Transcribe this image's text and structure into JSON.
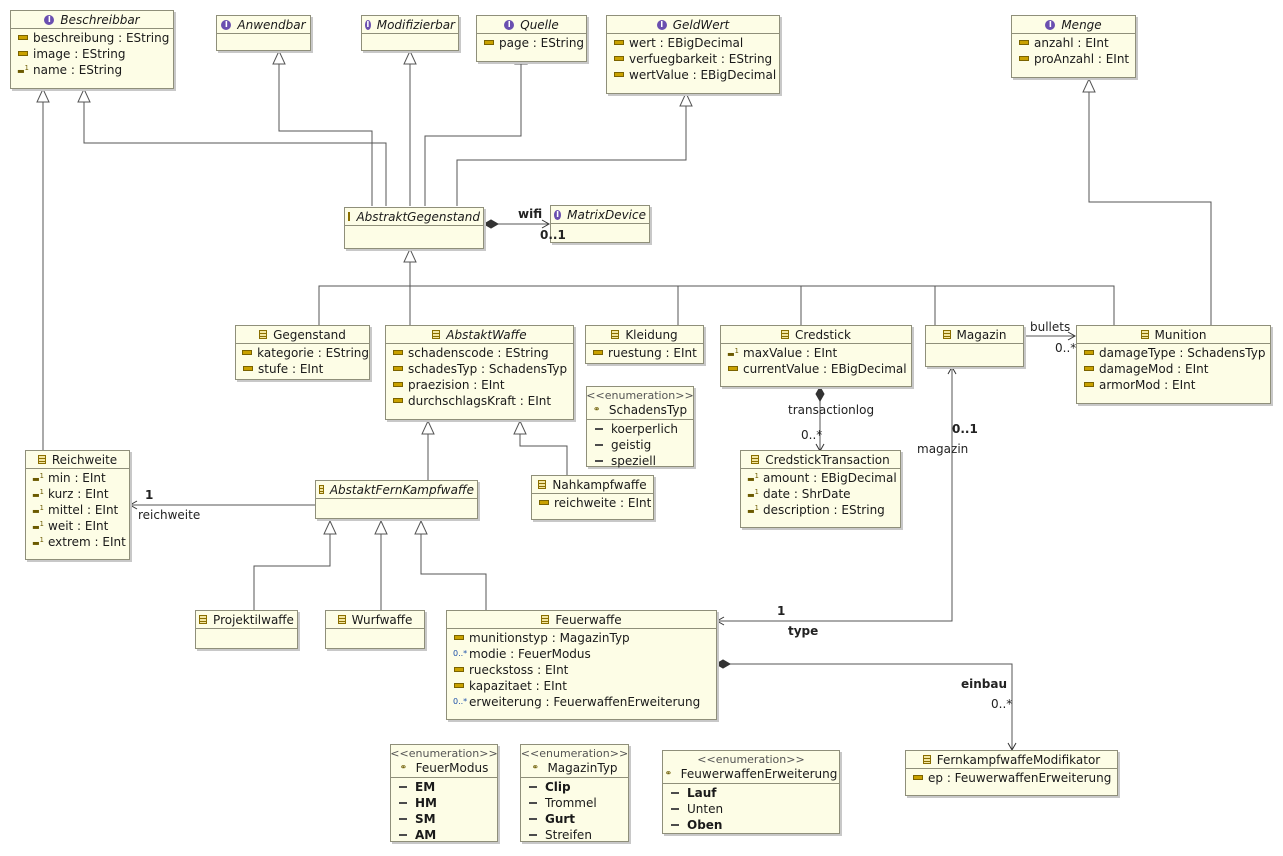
{
  "nodes": {
    "beschreibbar": {
      "name": "Beschreibbar",
      "attributes": [
        {
          "text": "beschreibung : EString",
          "icon": "plain"
        },
        {
          "text": "image : EString",
          "icon": "plain"
        },
        {
          "text": "name : EString",
          "icon": "one"
        }
      ]
    },
    "anwendbar": {
      "name": "Anwendbar"
    },
    "modifizierbar": {
      "name": "Modifizierbar"
    },
    "quelle": {
      "name": "Quelle",
      "attributes": [
        {
          "text": "page : EString",
          "icon": "plain"
        }
      ]
    },
    "geldwert": {
      "name": "GeldWert",
      "attributes": [
        {
          "text": "wert : EBigDecimal",
          "icon": "plain"
        },
        {
          "text": "verfuegbarkeit : EString",
          "icon": "plain"
        },
        {
          "text": "wertValue : EBigDecimal",
          "icon": "plain"
        }
      ]
    },
    "menge": {
      "name": "Menge",
      "attributes": [
        {
          "text": "anzahl : EInt",
          "icon": "plain"
        },
        {
          "text": "proAnzahl : EInt",
          "icon": "plain"
        }
      ]
    },
    "abstraktgegenstand": {
      "name": "AbstraktGegenstand"
    },
    "matrixdevice": {
      "name": "MatrixDevice"
    },
    "gegenstand": {
      "name": "Gegenstand",
      "attributes": [
        {
          "text": "kategorie : EString",
          "icon": "plain"
        },
        {
          "text": "stufe : EInt",
          "icon": "plain"
        }
      ]
    },
    "abstaktwaffe": {
      "name": "AbstaktWaffe",
      "attributes": [
        {
          "text": "schadenscode : EString",
          "icon": "plain"
        },
        {
          "text": "schadesTyp : SchadensTyp",
          "icon": "plain"
        },
        {
          "text": "praezision : EInt",
          "icon": "plain"
        },
        {
          "text": "durchschlagsKraft : EInt",
          "icon": "plain"
        }
      ]
    },
    "kleidung": {
      "name": "Kleidung",
      "attributes": [
        {
          "text": "ruestung : EInt",
          "icon": "plain"
        }
      ]
    },
    "credstick": {
      "name": "Credstick",
      "attributes": [
        {
          "text": "maxValue : EInt",
          "icon": "one"
        },
        {
          "text": "currentValue : EBigDecimal",
          "icon": "plain"
        }
      ]
    },
    "magazin": {
      "name": "Magazin"
    },
    "munition": {
      "name": "Munition",
      "attributes": [
        {
          "text": "damageType : SchadensTyp",
          "icon": "plain"
        },
        {
          "text": "damageMod : EInt",
          "icon": "plain"
        },
        {
          "text": "armorMod : EInt",
          "icon": "plain"
        }
      ]
    },
    "schadenstyp": {
      "stereotype": "<<enumeration>>",
      "name": "SchadensTyp",
      "literals": [
        {
          "text": "koerperlich",
          "bold": false
        },
        {
          "text": "geistig",
          "bold": false
        },
        {
          "text": "speziell",
          "bold": false
        }
      ]
    },
    "credsticktransaction": {
      "name": "CredstickTransaction",
      "attributes": [
        {
          "text": "amount : EBigDecimal",
          "icon": "one"
        },
        {
          "text": "date : ShrDate",
          "icon": "one"
        },
        {
          "text": "description : EString",
          "icon": "one"
        }
      ]
    },
    "reichweite": {
      "name": "Reichweite",
      "attributes": [
        {
          "text": "min : EInt",
          "icon": "one"
        },
        {
          "text": "kurz : EInt",
          "icon": "one"
        },
        {
          "text": "mittel : EInt",
          "icon": "one"
        },
        {
          "text": "weit : EInt",
          "icon": "one"
        },
        {
          "text": "extrem : EInt",
          "icon": "one"
        }
      ]
    },
    "abstaktfernkampfwaffe": {
      "name": "AbstaktFernKampfwaffe"
    },
    "nahkampfwaffe": {
      "name": "Nahkampfwaffe",
      "attributes": [
        {
          "text": "reichweite : EInt",
          "icon": "plain"
        }
      ]
    },
    "projektilwaffe": {
      "name": "Projektilwaffe"
    },
    "wurfwaffe": {
      "name": "Wurfwaffe"
    },
    "feuerwaffe": {
      "name": "Feuerwaffe",
      "attributes": [
        {
          "text": "munitionstyp : MagazinTyp",
          "icon": "plain"
        },
        {
          "text": "modie : FeuerModus",
          "icon": "many"
        },
        {
          "text": "rueckstoss : EInt",
          "icon": "plain"
        },
        {
          "text": "kapazitaet : EInt",
          "icon": "plain"
        },
        {
          "text": "erweiterung : FeuerwaffenErweiterung",
          "icon": "many"
        }
      ]
    },
    "fernkampfwaffemodifikator": {
      "name": "FernkampfwaffeModifikator",
      "attributes": [
        {
          "text": "ep : FeuwerwaffenErweiterung",
          "icon": "plain"
        }
      ]
    },
    "feuermodus": {
      "stereotype": "<<enumeration>>",
      "name": "FeuerModus",
      "literals": [
        {
          "text": "EM",
          "bold": true
        },
        {
          "text": "HM",
          "bold": true
        },
        {
          "text": "SM",
          "bold": true
        },
        {
          "text": "AM",
          "bold": true
        }
      ]
    },
    "magazintyp": {
      "stereotype": "<<enumeration>>",
      "name": "MagazinTyp",
      "literals": [
        {
          "text": "Clip",
          "bold": true
        },
        {
          "text": "Trommel",
          "bold": false
        },
        {
          "text": "Gurt",
          "bold": true
        },
        {
          "text": "Streifen",
          "bold": false
        }
      ]
    },
    "feuwerwaffenerweiterung": {
      "stereotype": "<<enumeration>>",
      "name": "FeuwerwaffenErweiterung",
      "literals": [
        {
          "text": "Lauf",
          "bold": true
        },
        {
          "text": "Unten",
          "bold": false
        },
        {
          "text": "Oben",
          "bold": true
        }
      ]
    }
  },
  "edge_labels": {
    "wifi": "wifi",
    "wifi_mult": "0..1",
    "bullets": "bullets",
    "bullets_mult": "0..*",
    "transactionlog": "transactionlog",
    "transactionlog_mult": "0..*",
    "magazin": "magazin",
    "magazin_mult": "0..1",
    "reichweite": "reichweite",
    "reichweite_mult": "1",
    "type": "type",
    "type_mult": "1",
    "einbau": "einbau",
    "einbau_mult": "0..*"
  }
}
